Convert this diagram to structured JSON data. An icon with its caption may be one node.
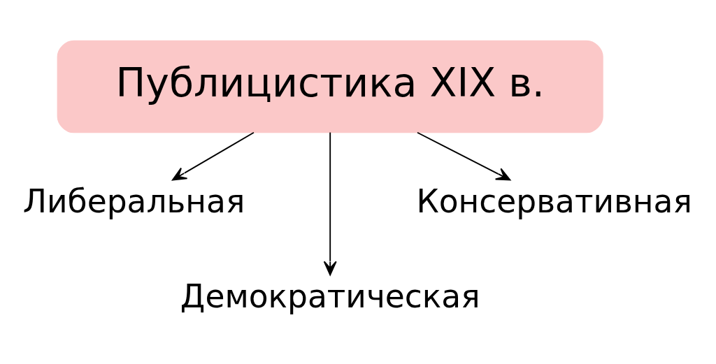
{
  "diagram": {
    "nodes": [
      {
        "text": [
          "Публицистика XIX в."
        ]
      },
      {
        "text": [
          "Либеральная"
        ]
      },
      {
        "text": [
          "Демократическая"
        ]
      },
      {
        "text": [
          "Консервативная"
        ]
      }
    ],
    "edges": [
      {
        "from": 0,
        "to": 1,
        "arrow": "to"
      },
      {
        "from": 0,
        "to": 2,
        "arrow": "to"
      },
      {
        "from": 0,
        "to": 3,
        "arrow": "to"
      }
    ]
  }
}
